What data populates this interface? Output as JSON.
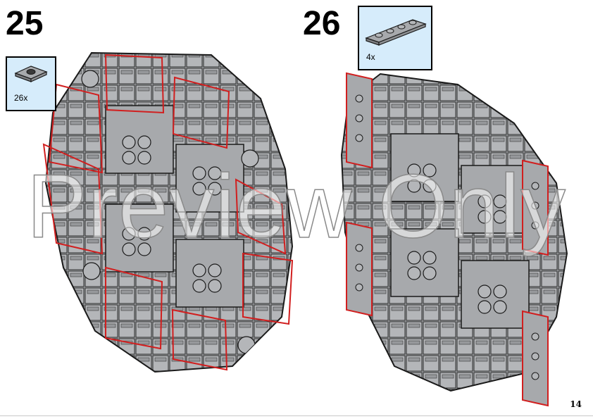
{
  "steps": [
    {
      "number": "25",
      "part": {
        "quantity": "26x",
        "icon": "plate-1x2-jumper-icon"
      }
    },
    {
      "number": "26",
      "part": {
        "quantity": "4x",
        "icon": "plate-1x4-icon"
      }
    }
  ],
  "watermark": "Preview Only",
  "page_number": "14",
  "colors": {
    "brick": "#a7a9ac",
    "brick_dark": "#7d7f82",
    "outline": "#1a1a1a",
    "highlight": "#d11f1f",
    "parts_box": "#d6ecfb"
  }
}
